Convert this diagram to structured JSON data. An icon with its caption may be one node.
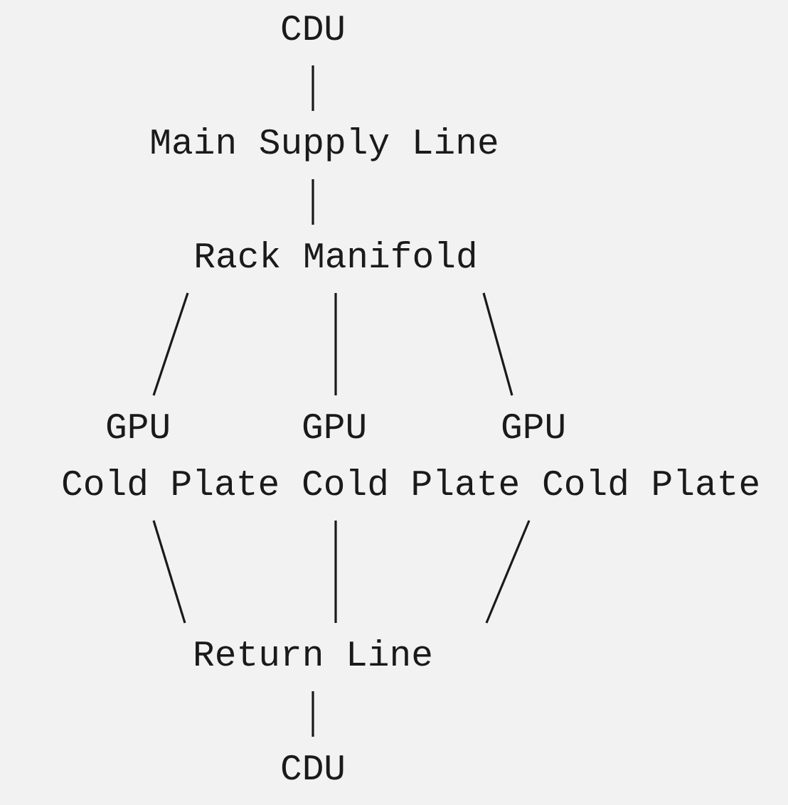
{
  "diagram": {
    "nodes": [
      {
        "text": [
          "CDU"
        ]
      },
      {
        "text": [
          "Main Supply Line"
        ]
      },
      {
        "text": [
          "Rack Manifold"
        ]
      },
      {
        "text": [
          "GPU Cold Plate"
        ]
      },
      {
        "text": [
          "GPU Cold Plate"
        ]
      },
      {
        "text": [
          "GPU Cold Plate"
        ]
      },
      {
        "text": [
          "Return Line"
        ]
      },
      {
        "text": [
          "CDU"
        ]
      }
    ],
    "edges": [
      {
        "from": 0,
        "to": 1,
        "arrow": "none"
      },
      {
        "from": 1,
        "to": 2,
        "arrow": "none"
      },
      {
        "from": 2,
        "to": 3,
        "arrow": "none"
      },
      {
        "from": 2,
        "to": 4,
        "arrow": "none"
      },
      {
        "from": 2,
        "to": 5,
        "arrow": "none"
      },
      {
        "from": 3,
        "to": 6,
        "arrow": "none"
      },
      {
        "from": 4,
        "to": 6,
        "arrow": "none"
      },
      {
        "from": 5,
        "to": 6,
        "arrow": "none"
      },
      {
        "from": 6,
        "to": 7,
        "arrow": "none"
      }
    ]
  }
}
